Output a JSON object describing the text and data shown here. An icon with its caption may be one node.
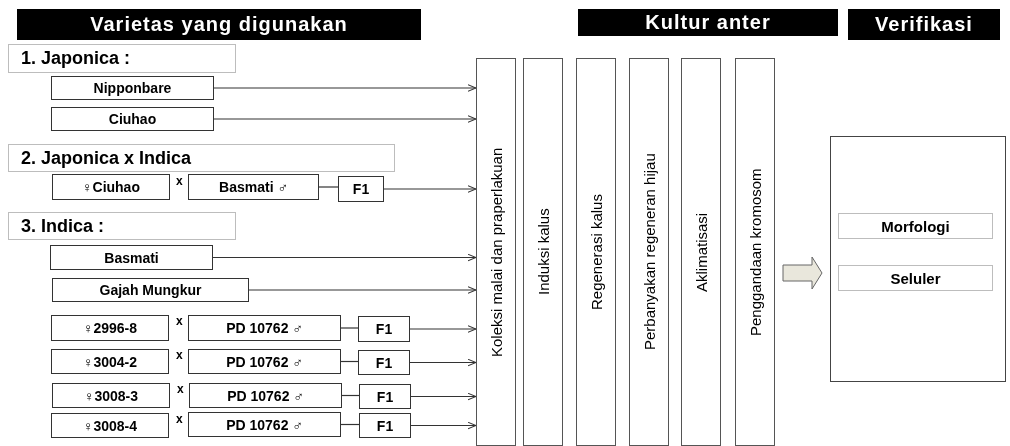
{
  "diagram": {
    "nodes": [
      {
        "text": [
          "Varietas yang digunakan"
        ]
      },
      {
        "text": [
          "1. Japonica :"
        ]
      },
      {
        "text": [
          "Nipponbare"
        ]
      },
      {
        "text": [
          "Ciuhao"
        ]
      },
      {
        "text": [
          "2.  Japonica x Indica"
        ]
      },
      {
        "text": [
          "♀Ciuhao"
        ]
      },
      {
        "text": [
          "Basmati ♂"
        ]
      },
      {
        "text": [
          "F1"
        ]
      },
      {
        "text": [
          "3.  Indica :"
        ]
      },
      {
        "text": [
          "Basmati"
        ]
      },
      {
        "text": [
          "Gajah Mungkur"
        ]
      },
      {
        "text": [
          "♀2996-8"
        ]
      },
      {
        "text": [
          "PD 10762 ♂"
        ]
      },
      {
        "text": [
          "F1"
        ]
      },
      {
        "text": [
          "♀3004-2"
        ]
      },
      {
        "text": [
          "PD 10762 ♂"
        ]
      },
      {
        "text": [
          "F1"
        ]
      },
      {
        "text": [
          "♀3008-3"
        ]
      },
      {
        "text": [
          "PD 10762 ♂"
        ]
      },
      {
        "text": [
          "F1"
        ]
      },
      {
        "text": [
          "♀3008-4"
        ]
      },
      {
        "text": [
          "PD 10762 ♂"
        ]
      },
      {
        "text": [
          "F1"
        ]
      },
      {
        "text": [
          "Kultur anter"
        ]
      },
      {
        "text": [
          "Koleksi malai dan praperlakuan"
        ]
      },
      {
        "text": [
          "Induksi kalus"
        ]
      },
      {
        "text": [
          "Regenerasi kalus"
        ]
      },
      {
        "text": [
          "Perbanyakan regeneran hijau"
        ]
      },
      {
        "text": [
          "Aklimatisasi"
        ]
      },
      {
        "text": [
          "Penggandaan kromosom"
        ]
      },
      {
        "text": [
          "Verifikasi"
        ]
      },
      {
        "text": [],
        "shape": "box"
      },
      {
        "text": [
          "Morfologi"
        ],
        "in": 31
      },
      {
        "text": [
          "Seluler"
        ],
        "in": 31
      }
    ],
    "edges": [
      {
        "from": 2,
        "to": 24,
        "arrow": "to"
      },
      {
        "from": 3,
        "to": 24,
        "arrow": "to"
      },
      {
        "from": 6,
        "to": 7,
        "arrow": "none"
      },
      {
        "from": 7,
        "to": 24,
        "arrow": "to"
      },
      {
        "from": 9,
        "to": 24,
        "arrow": "to"
      },
      {
        "from": 10,
        "to": 24,
        "arrow": "to"
      },
      {
        "from": 12,
        "to": 13,
        "arrow": "none"
      },
      {
        "from": 13,
        "to": 24,
        "arrow": "to"
      },
      {
        "from": 15,
        "to": 16,
        "arrow": "none"
      },
      {
        "from": 16,
        "to": 24,
        "arrow": "to"
      },
      {
        "from": 18,
        "to": 19,
        "arrow": "none"
      },
      {
        "from": 19,
        "to": 24,
        "arrow": "to"
      },
      {
        "from": 21,
        "to": 22,
        "arrow": "none"
      },
      {
        "from": 22,
        "to": 24,
        "arrow": "to"
      },
      {
        "from": 29,
        "to": 31,
        "arrow": "to",
        "style": "thick"
      }
    ],
    "labels": [
      "x",
      "x",
      "x",
      "x",
      "x"
    ]
  }
}
